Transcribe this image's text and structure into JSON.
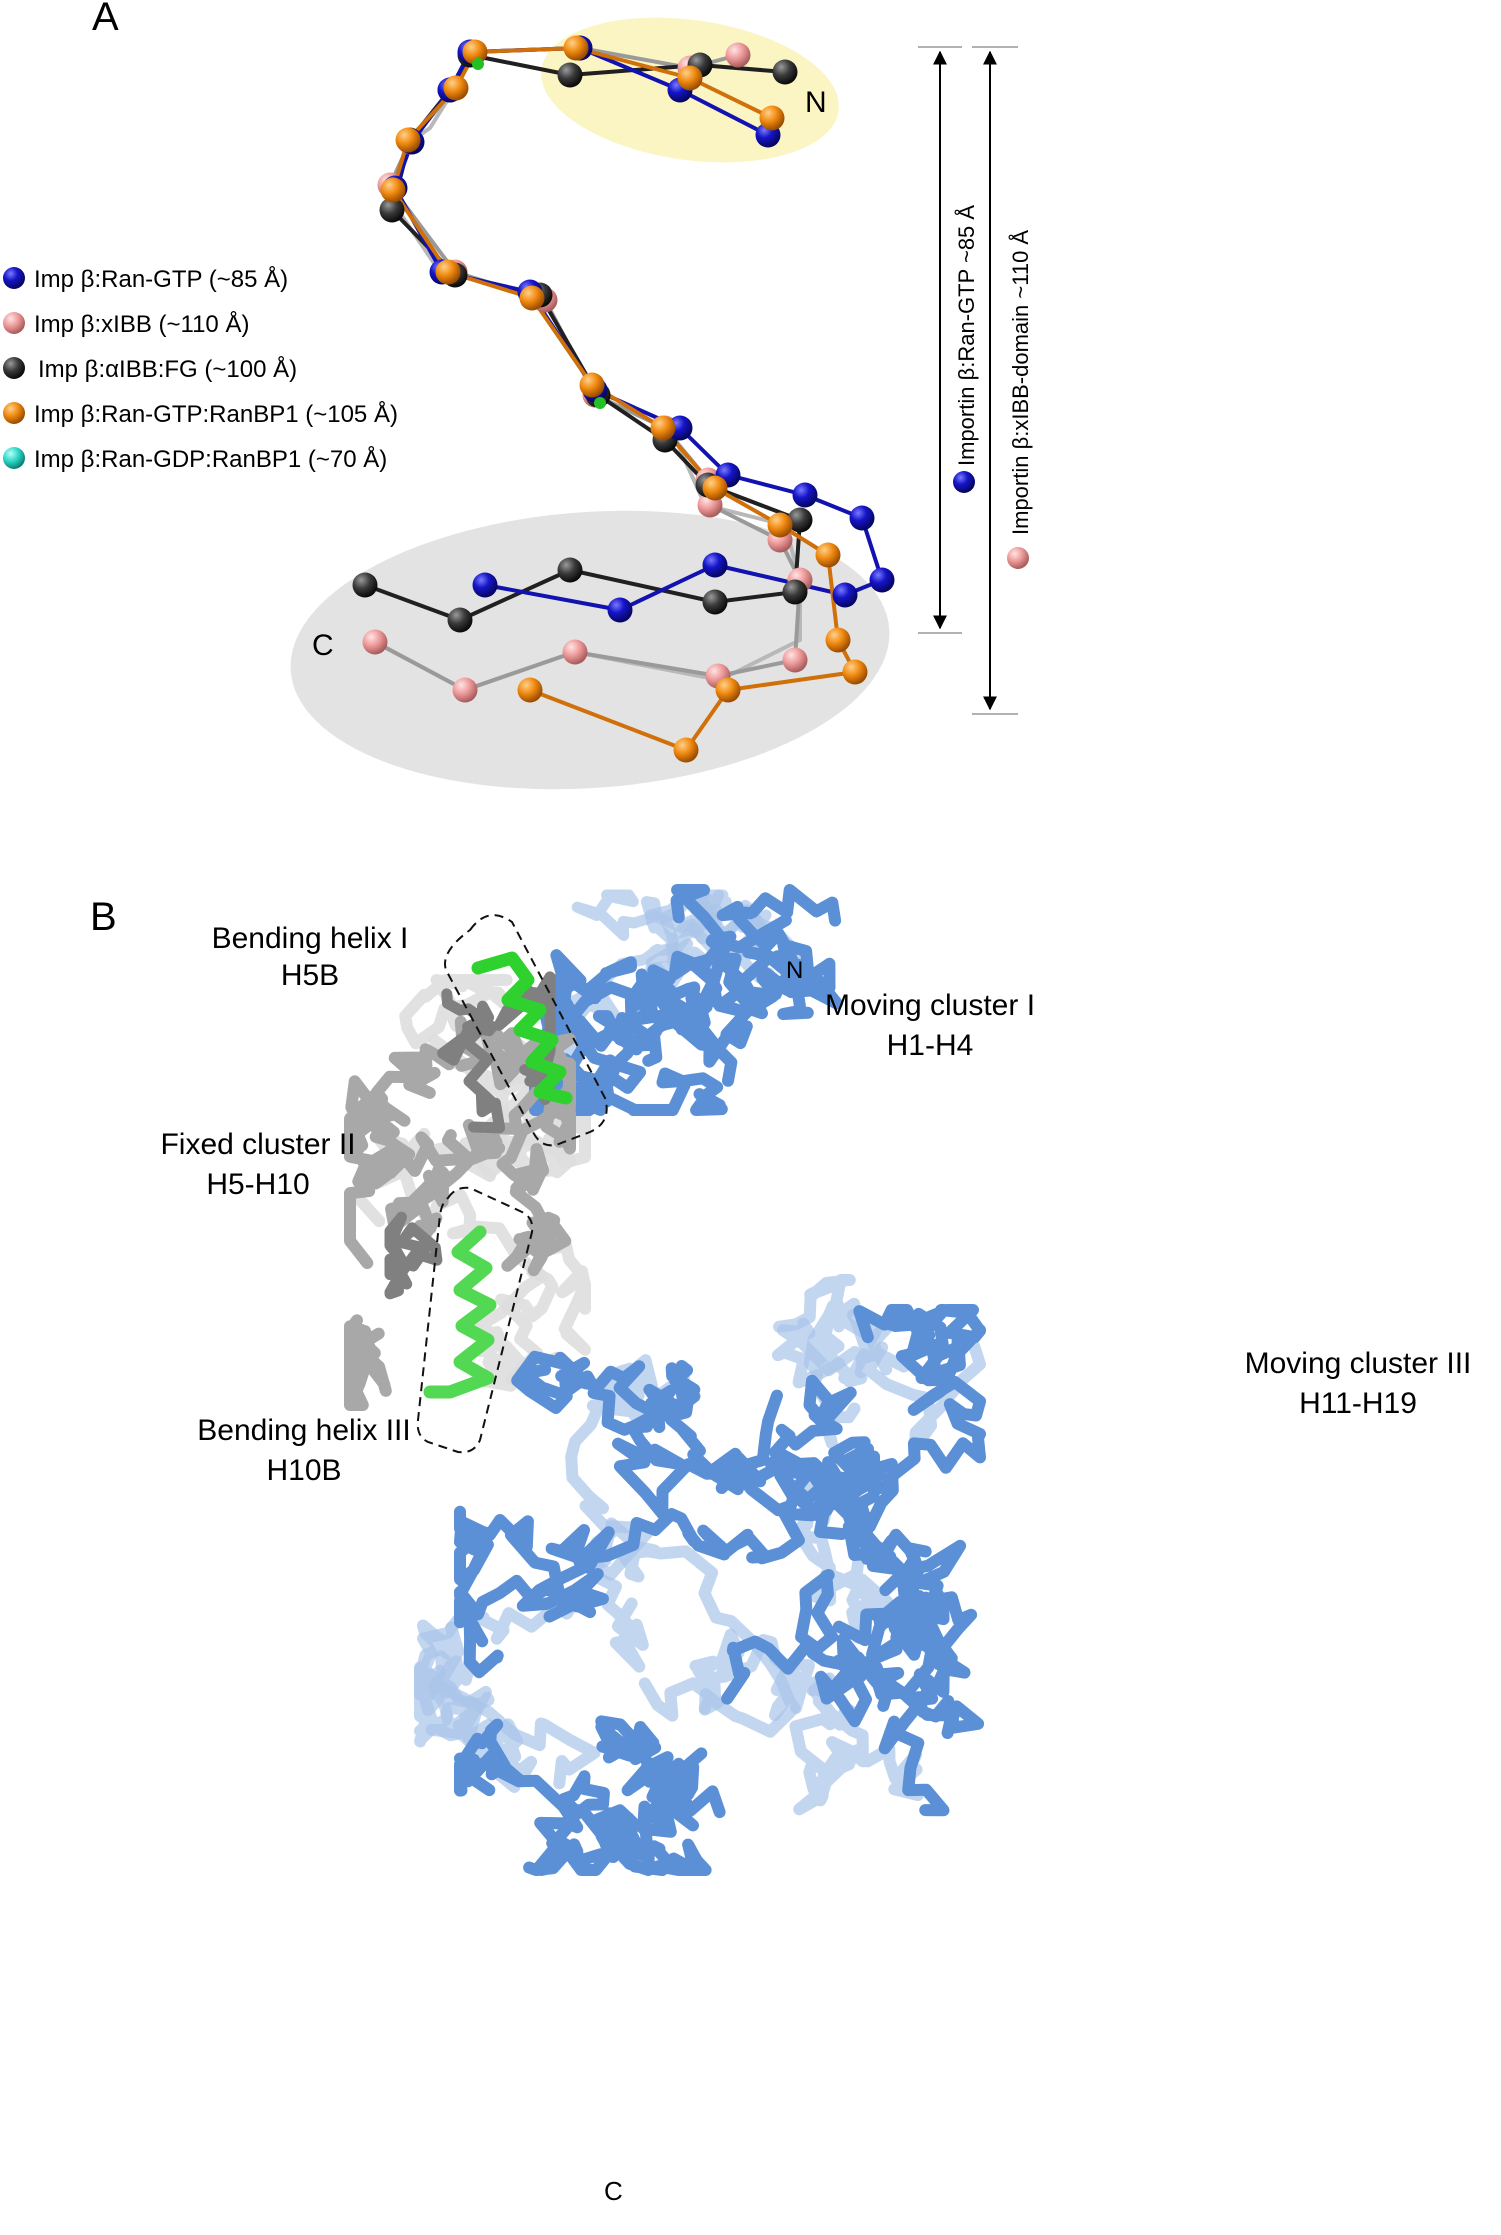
{
  "panel_a": {
    "label": "A",
    "n_label": "N",
    "c_label": "C",
    "legend": [
      {
        "text": "Imp β:Ran-GTP (~85 Å)",
        "color": "#1515c8",
        "icon": "blue-sphere"
      },
      {
        "text": "Imp β:xIBB (~110 Å)",
        "color": "#f0a0a0",
        "icon": "pink-sphere"
      },
      {
        "text": "Imp β:αIBB:FG (~100 Å)",
        "color": "#404040",
        "icon": "dark-gray-sphere"
      },
      {
        "text": "Imp β:Ran-GTP:RanBP1 (~105 Å)",
        "color": "#f08a10",
        "icon": "orange-sphere"
      },
      {
        "text": "Imp β:Ran-GDP:RanBP1 (~70 Å)",
        "color": "#30d8c8",
        "icon": "cyan-sphere"
      }
    ],
    "dimension_1": {
      "text": "Importin β:Ran-GTP ~85 Å",
      "color": "#1515c8"
    },
    "dimension_2": {
      "text": "Importin β:xIBB-domain ~110 Å",
      "color": "#f0a0a0"
    }
  },
  "panel_b": {
    "label": "B",
    "n_label": "N",
    "c_label": "C",
    "bending_helix_1": {
      "line1": "Bending helix I",
      "line2": "H5B"
    },
    "moving_cluster_1": {
      "line1": "Moving cluster I",
      "line2": "H1-H4"
    },
    "fixed_cluster_2": {
      "line1": "Fixed cluster II",
      "line2": "H5-H10"
    },
    "moving_cluster_3": {
      "line1": "Moving cluster III",
      "line2": "H11-H19"
    },
    "bending_helix_3": {
      "line1": "Bending helix III",
      "line2": "H10B"
    },
    "colors": {
      "moving": "#5b8fd6",
      "fixed": "#a8a8a8",
      "bending": "#2ed12e"
    }
  }
}
